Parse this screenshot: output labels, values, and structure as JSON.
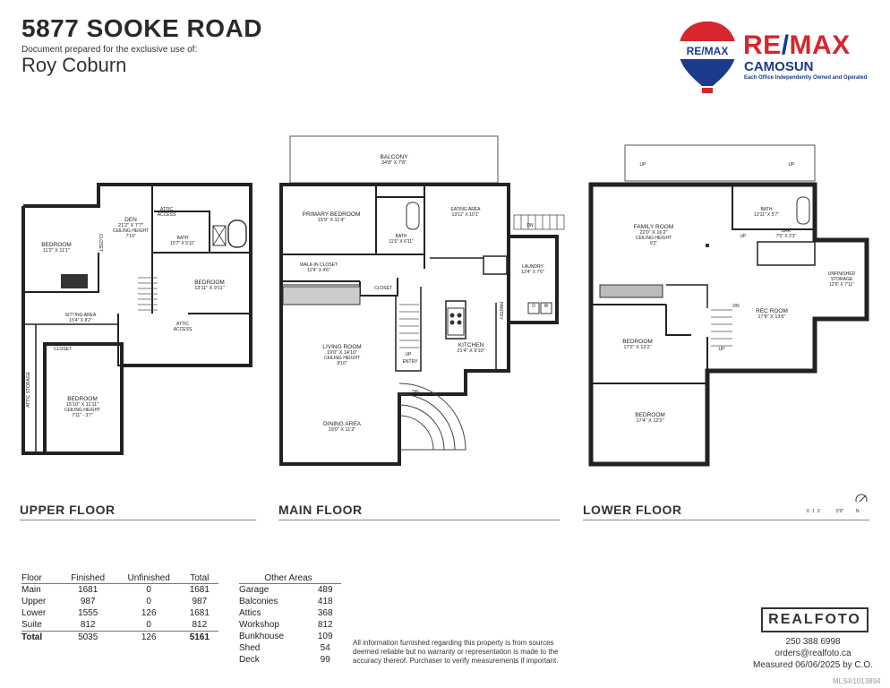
{
  "header": {
    "address": "5877 SOOKE ROAD",
    "prepared_for": "Document prepared for the exclusive use of:",
    "owner": "Roy Coburn"
  },
  "brand": {
    "balloon_text": "RE/MAX",
    "re": "RE",
    "slash": "/",
    "max": "MAX",
    "office": "CAMOSUN",
    "tagline": "Each Office Independently Owned and Operated",
    "colors": {
      "red": "#d7262c",
      "blue": "#1a3a8c"
    }
  },
  "floors": {
    "upper": {
      "label": "UPPER FLOOR",
      "rooms": [
        {
          "name": "BEDROOM",
          "dim": "11'2\" X 11'1\""
        },
        {
          "name": "DEN",
          "dim": "21'2\" X 7'7\"",
          "extra": "CEILING HEIGHT",
          "extra2": "7'10\""
        },
        {
          "name": "ATTIC",
          "dim": "ACCESS"
        },
        {
          "name": "BATH",
          "dim": "15'7\" X 5'11\""
        },
        {
          "name": "CLOSET"
        },
        {
          "name": "BEDROOM",
          "dim": "13'11\" X 9'11\""
        },
        {
          "name": "SITTING AREA",
          "dim": "15'4\" X 8'2\""
        },
        {
          "name": "ATTIC",
          "dim": "ACCESS"
        },
        {
          "name": "CLOSET"
        },
        {
          "name": "ATTIC STORAGE"
        },
        {
          "name": "BEDROOM",
          "dim": "15'10\" X 11'11\"",
          "extra": "CEILING HEIGHT",
          "extra2": "7'11\" - 3'7\""
        }
      ]
    },
    "main": {
      "label": "MAIN FLOOR",
      "rooms": [
        {
          "name": "BALCONY",
          "dim": "34'8\" X 7'8\""
        },
        {
          "name": "PRIMARY BEDROOM",
          "dim": "15'9\" X 11'4\""
        },
        {
          "name": "BATH",
          "dim": "11'5\" X 6'11\""
        },
        {
          "name": "EATING AREA",
          "dim": "13'11\" X 10'1\""
        },
        {
          "name": "WALK-IN CLOSET",
          "dim": "12'4\" X 4'6\""
        },
        {
          "name": "CLOSET"
        },
        {
          "name": "LAUNDRY",
          "dim": "13'4\" X 7'6\""
        },
        {
          "name": "PANTRY"
        },
        {
          "name": "LIVING ROOM",
          "dim": "19'0\" X 14'10\"",
          "extra": "CEILING HEIGHT",
          "extra2": "8'10\""
        },
        {
          "name": "KITCHEN",
          "dim": "21'4\" X 9'10\""
        },
        {
          "name": "ENTRY"
        },
        {
          "name": "DINING AREA",
          "dim": "19'0\" X 11'2\""
        }
      ],
      "marks": {
        "dn": "DN",
        "up": "UP",
        "d": "D",
        "w": "W"
      }
    },
    "lower": {
      "label": "LOWER FLOOR",
      "rooms": [
        {
          "name": "FAMILY ROOM",
          "dim": "22'0\" X 16'2\"",
          "extra": "CEILING HEIGHT",
          "extra2": "9'2\""
        },
        {
          "name": "BATH",
          "dim": "12'11\" X 5'7\""
        },
        {
          "name": "BAR",
          "dim": "7'5\" X 3'3\""
        },
        {
          "name": "UNFINISHED",
          "dim": "STORAGE",
          "extra": "12'6\" X 7'11\""
        },
        {
          "name": "REC ROOM",
          "dim": "17'8\" X 13'6\""
        },
        {
          "name": "BEDROOM",
          "dim": "17'2\" X 13'2\""
        },
        {
          "name": "BEDROOM",
          "dim": "17'4\" X 12'2\""
        }
      ],
      "marks": {
        "up": "UP",
        "dn": "DN"
      }
    }
  },
  "scale_bar": {
    "ticks": [
      "0",
      "1",
      "2",
      "5'0\""
    ],
    "north": "N"
  },
  "area_table": {
    "headers": [
      "Floor",
      "Finished",
      "Unfinished",
      "Total"
    ],
    "rows": [
      [
        "Main",
        "1681",
        "0",
        "1681"
      ],
      [
        "Upper",
        "987",
        "0",
        "987"
      ],
      [
        "Lower",
        "1555",
        "126",
        "1681"
      ],
      [
        "Suite",
        "812",
        "0",
        "812"
      ],
      [
        "Total",
        "5035",
        "126",
        "5161"
      ]
    ]
  },
  "other_areas": {
    "header": "Other Areas",
    "rows": [
      [
        "Garage",
        "489"
      ],
      [
        "Balconies",
        "418"
      ],
      [
        "Attics",
        "368"
      ],
      [
        "Workshop",
        "812"
      ],
      [
        "Bunkhouse",
        "109"
      ],
      [
        "Shed",
        "54"
      ],
      [
        "Deck",
        "99"
      ]
    ]
  },
  "disclaimer": "All information furnished regarding this property is from sources deemed reliable but no warranty or representation is made to the accuracy thereof. Purchaser to verify measurements if important.",
  "realfoto": {
    "name": "REALFOTO",
    "phone": "250 388 6998",
    "email": "orders@realfoto.ca",
    "measured": "Measured 06/06/2025 by C.O."
  },
  "mls": "MLS®1013894"
}
